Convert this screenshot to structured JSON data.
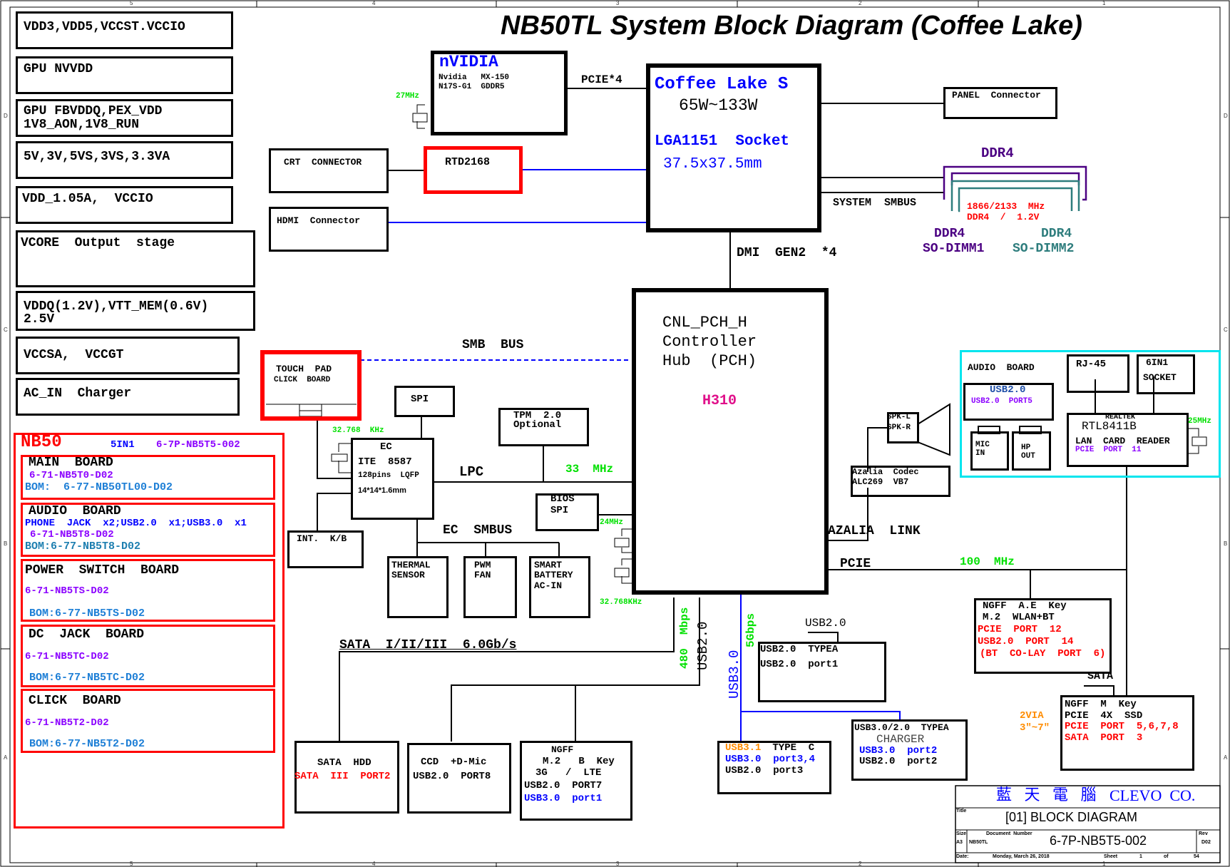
{
  "title": "NB50TL System Block Diagram (Coffee Lake)",
  "frame": {
    "col_labels": [
      "5",
      "4",
      "3",
      "2",
      "1"
    ],
    "row_labels": [
      "D",
      "C",
      "B",
      "A"
    ]
  },
  "power_blocks": [
    "VDD3,VDD5,VCCST.VCCIO",
    "GPU NVVDD",
    "GPU FBVDDQ,PEX_VDD\n1V8_AON,1V8_RUN",
    "5V,3V,5VS,3VS,3.3VA",
    "VDD_1.05A,  VCCIO",
    "VCORE  Output  stage",
    "VDDQ(1.2V),VTT_MEM(0.6V)\n2.5V",
    "VCCSA,  VCCGT",
    "AC_IN  Charger"
  ],
  "nb50": {
    "title": "NB50",
    "five_in_one": "5IN1",
    "five_in_one_pn": "6-7P-NB5T5-002",
    "boards": [
      {
        "name": "MAIN  BOARD",
        "pn": "6-71-NB5T0-D02",
        "bom": "BOM:  6-77-NB50TL00-D02"
      },
      {
        "name": "AUDIO  BOARD",
        "desc": "PHONE  JACK  x2;USB2.0  x1;USB3.0  x1",
        "pn": "6-71-NB5T8-D02",
        "bom": "BOM:6-77-NB5T8-D02"
      },
      {
        "name": "POWER  SWITCH  BOARD",
        "pn": "6-71-NB5TS-D02",
        "bom": "BOM:6-77-NB5TS-D02"
      },
      {
        "name": "DC  JACK  BOARD",
        "pn": "6-71-NB5TC-D02",
        "bom": "BOM:6-77-NB5TC-D02"
      },
      {
        "name": "CLICK  BOARD",
        "pn": "6-71-NB5T2-D02",
        "bom": "BOM:6-77-NB5T2-D02"
      }
    ]
  },
  "gpu": {
    "brand": "nVIDIA",
    "line1": "Nvidia   MX-150",
    "line2": "N17S-G1  GDDR5",
    "clock": "27MHz"
  },
  "cpu": {
    "name": "Coffee Lake S",
    "power": "65W~133W",
    "socket": "LGA1151  Socket",
    "size": "37.5x37.5mm"
  },
  "links": {
    "pcie4": "PCIE*4",
    "dmi": "DMI  GEN2  *4",
    "system_smbus": "SYSTEM  SMBUS",
    "smb_bus": "SMB  BUS",
    "lpc": "LPC",
    "lpc_clock": "33  MHz",
    "ec_smbus": "EC  SMBUS",
    "azalia": "AZALIA  LINK",
    "pcie": "PCIE",
    "pcie_clock": "100  MHz",
    "sata": "SATA  I/II/III  6.0Gb/s",
    "usb2_speed": "480  Mbps",
    "usb2": "USB2.0",
    "usb3": "USB3.0",
    "usb3_speed": "5Gbps",
    "usb2_top": "USB2.0",
    "sata_r": "SATA"
  },
  "crt": "CRT  CONNECTOR",
  "rtd": "RTD2168",
  "hdmi": "HDMI  Connector",
  "panel": "PANEL  Connector",
  "ddr": {
    "top": "DDR4",
    "freq": "1866/2133  MHz",
    "volt": "DDR4  /  1.2V",
    "slot1a": "DDR4",
    "slot1b": "SO-DIMM1",
    "slot2a": "DDR4",
    "slot2b": "SO-DIMM2"
  },
  "pch": {
    "line1": "CNL_PCH_H",
    "line2": "Controller",
    "line3": "Hub  (PCH)",
    "model": "H310"
  },
  "touchpad": {
    "line1": "TOUCH  PAD",
    "line2": "CLICK  BOARD"
  },
  "spi": "SPI",
  "tpm": {
    "line1": "TPM  2.0",
    "line2": "Optional"
  },
  "ec": {
    "clock": "32.768  KHz",
    "line1": "EC",
    "line2": "ITE  8587",
    "line3": "128pins  LQFP",
    "line4": "14*14*1.6mm"
  },
  "bios": {
    "line1": "BIOS",
    "line2": "SPI",
    "clock": "24MHz",
    "rtc": "32.768KHz"
  },
  "kb": "INT.  K/B",
  "thermal": "THERMAL\nSENSOR",
  "fan": "PWM\nFAN",
  "battery": "SMART\nBATTERY\nAC-IN",
  "speaker": {
    "l": "SPK-L",
    "r": "SPK-R"
  },
  "codec": {
    "line1": "Azalia  Codec",
    "line2": "ALC269  VB7"
  },
  "audio_board": {
    "title": "AUDIO  BOARD",
    "usb": "USB2.0",
    "usb_port": "USB2.0  PORT5",
    "mic": "MIC\nIN",
    "hp": "HP\nOUT"
  },
  "rj45": "RJ-45",
  "sixinone": {
    "line1": "6IN1",
    "line2": "SOCKET"
  },
  "lan": {
    "vendor": "REALTEK",
    "model": "RTL8411B",
    "desc": "LAN  CARD  READER",
    "port": "PCIE  PORT  11",
    "clock": "25MHz"
  },
  "ngff_ae": {
    "line1": "NGFF  A.E  Key",
    "line2": "M.2  WLAN+BT",
    "line3": "PCIE  PORT  12",
    "line4": "USB2.0  PORT  14",
    "line5": "(BT  CO-LAY  PORT  6)"
  },
  "ngff_m": {
    "line1": "NGFF  M  Key",
    "line2": "PCIE  4X  SSD",
    "line3": "PCIE  PORT  5,6,7,8",
    "line4": "SATA  PORT  3",
    "via1": "2VIA",
    "via2": "3\"~7\""
  },
  "usb_typea": {
    "line1": "USB2.0  TYPEA",
    "line2": "USB2.0  port1"
  },
  "usb_charger": {
    "line1": "USB3.0/2.0  TYPEA",
    "line2": "CHARGER",
    "line3": "USB3.0  port2",
    "line4": "USB2.0  port2"
  },
  "usb_typec": {
    "a": "USB3.1",
    "b": " TYPE  C",
    "line2": "USB3.0  port3,4",
    "line3": "USB2.0  port3"
  },
  "sata_hdd": {
    "line1": "SATA  HDD",
    "line2": "SATA  III  PORT2"
  },
  "ccd": {
    "line1": "CCD  +D-Mic",
    "line2": "USB2.0  PORT8"
  },
  "ngff_b": {
    "line1": "NGFF",
    "line2": "M.2   B  Key",
    "line3": "3G   /  LTE",
    "line4": "USB2.0  PORT7",
    "line5": "USB3.0  port1"
  },
  "title_block": {
    "company_cn": "藍 天 電 腦",
    "company": "CLEVO  CO.",
    "title_label": "Title",
    "title": "[01] BLOCK DIAGRAM",
    "size_label": "Size",
    "size": "A3",
    "docnum_label": "Document  Number",
    "model": "NB50TL",
    "docnum": "6-7P-NB5T5-002",
    "rev_label": "Rev",
    "rev": "D02",
    "date_label": "Date:",
    "date": "Monday, March 26, 2018",
    "sheet_label": "Sheet",
    "sheet": "1",
    "of_label": "of",
    "total": "54"
  }
}
